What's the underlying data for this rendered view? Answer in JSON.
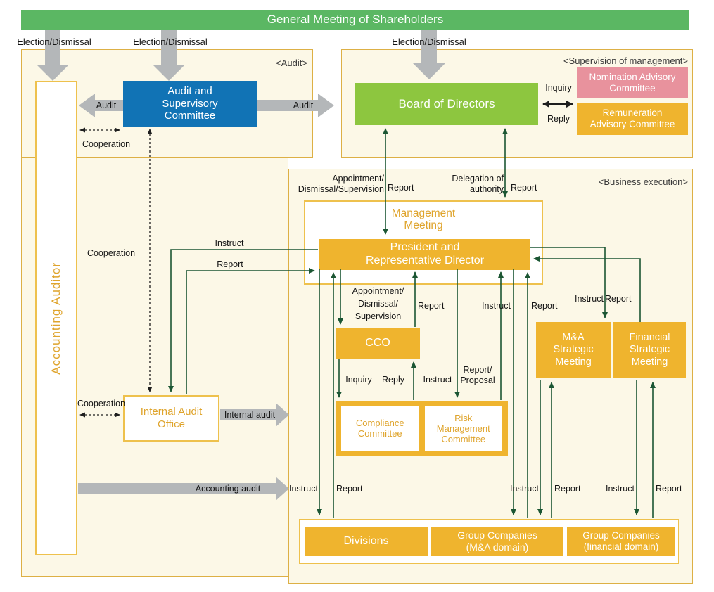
{
  "title": "General Meeting of Shareholders",
  "section_labels": {
    "audit": "<Audit>",
    "supervision": "<Supervision of management>",
    "business": "<Business execution>"
  },
  "boxes": {
    "accounting_auditor": "Accounting Auditor",
    "audit_supervisory_committee": "Audit and Supervisory Committee",
    "board_of_directors": "Board of Directors",
    "nomination_advisory_committee": "Nomination Advisory Committee",
    "remuneration_advisory_committee": "Remuneration Advisory Committee",
    "management_meeting": "Management Meeting",
    "president": "President and Representative Director",
    "cco": "CCO",
    "compliance_committee": "Compliance Committee",
    "risk_management_committee": "Risk Management Committee",
    "internal_audit_office": "Internal Audit Office",
    "ma_strategic_meeting": "M&A Strategic Meeting",
    "financial_strategic_meeting": "Financial Strategic Meeting",
    "divisions": "Divisions",
    "group_companies_ma": "Group Companies (M&A domain)",
    "group_companies_financial": "Group Companies (financial domain)"
  },
  "labels": {
    "election_dismissal": "Election/Dismissal",
    "audit": "Audit",
    "cooperation": "Cooperation",
    "inquiry": "Inquiry",
    "reply": "Reply",
    "report": "Report",
    "instruct": "Instruct",
    "appointment_dismissal_supervision_2": "Appointment/ Dismissal/Supervision",
    "appointment_dismissal_supervision_3": "Appointment/ Dismissal/ Supervision",
    "delegation_of_authority": "Delegation of authority",
    "report_proposal": "Report/ Proposal",
    "internal_audit": "Internal audit",
    "accounting_audit": "Accounting audit"
  },
  "colors": {
    "banner_green": "#5bb763",
    "board_green": "#8dc63f",
    "committee_blue": "#1173b5",
    "accent_orange": "#efb42e",
    "nomination_pink": "#e8929d",
    "panel_cream": "#fcf8e7",
    "panel_border": "#ddb045",
    "gray_arrow": "#b4b7b9",
    "flow_arrow_dark": "#1b5633"
  }
}
